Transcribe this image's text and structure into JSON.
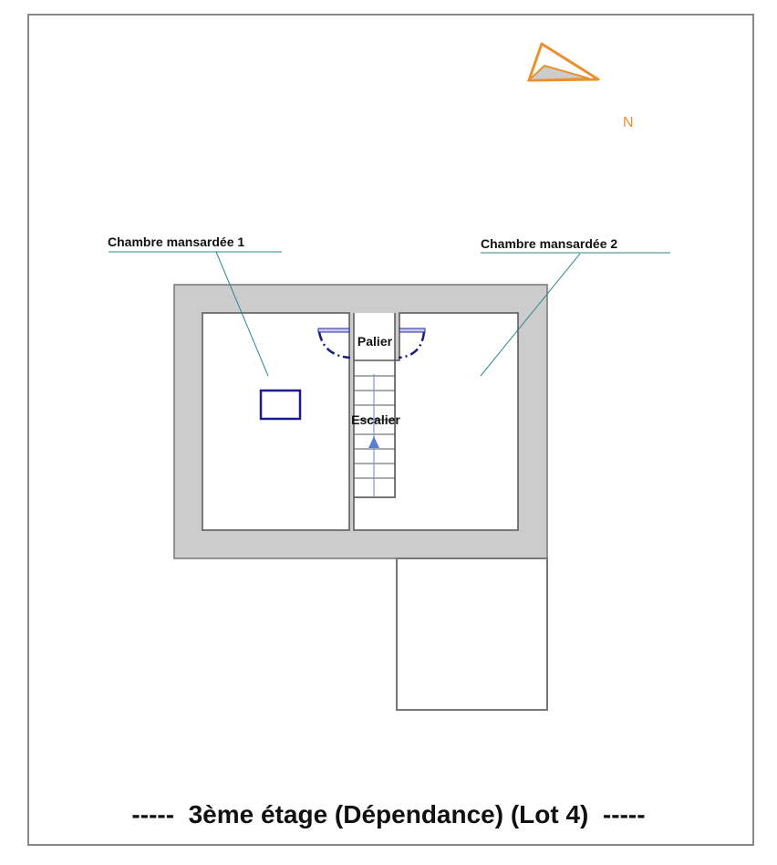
{
  "compass": {
    "label": "N",
    "color": "#e8912e"
  },
  "rooms": {
    "room1": "Chambre mansardée 1",
    "room2": "Chambre mansardée 2",
    "landing": "Palier",
    "stairs": "Escalier"
  },
  "title": "-----  3ème étage (Dépendance) (Lot 4)  -----",
  "colors": {
    "wall": "#cccccc",
    "door": "#1c1c80",
    "leader": "#2a8a8a"
  }
}
